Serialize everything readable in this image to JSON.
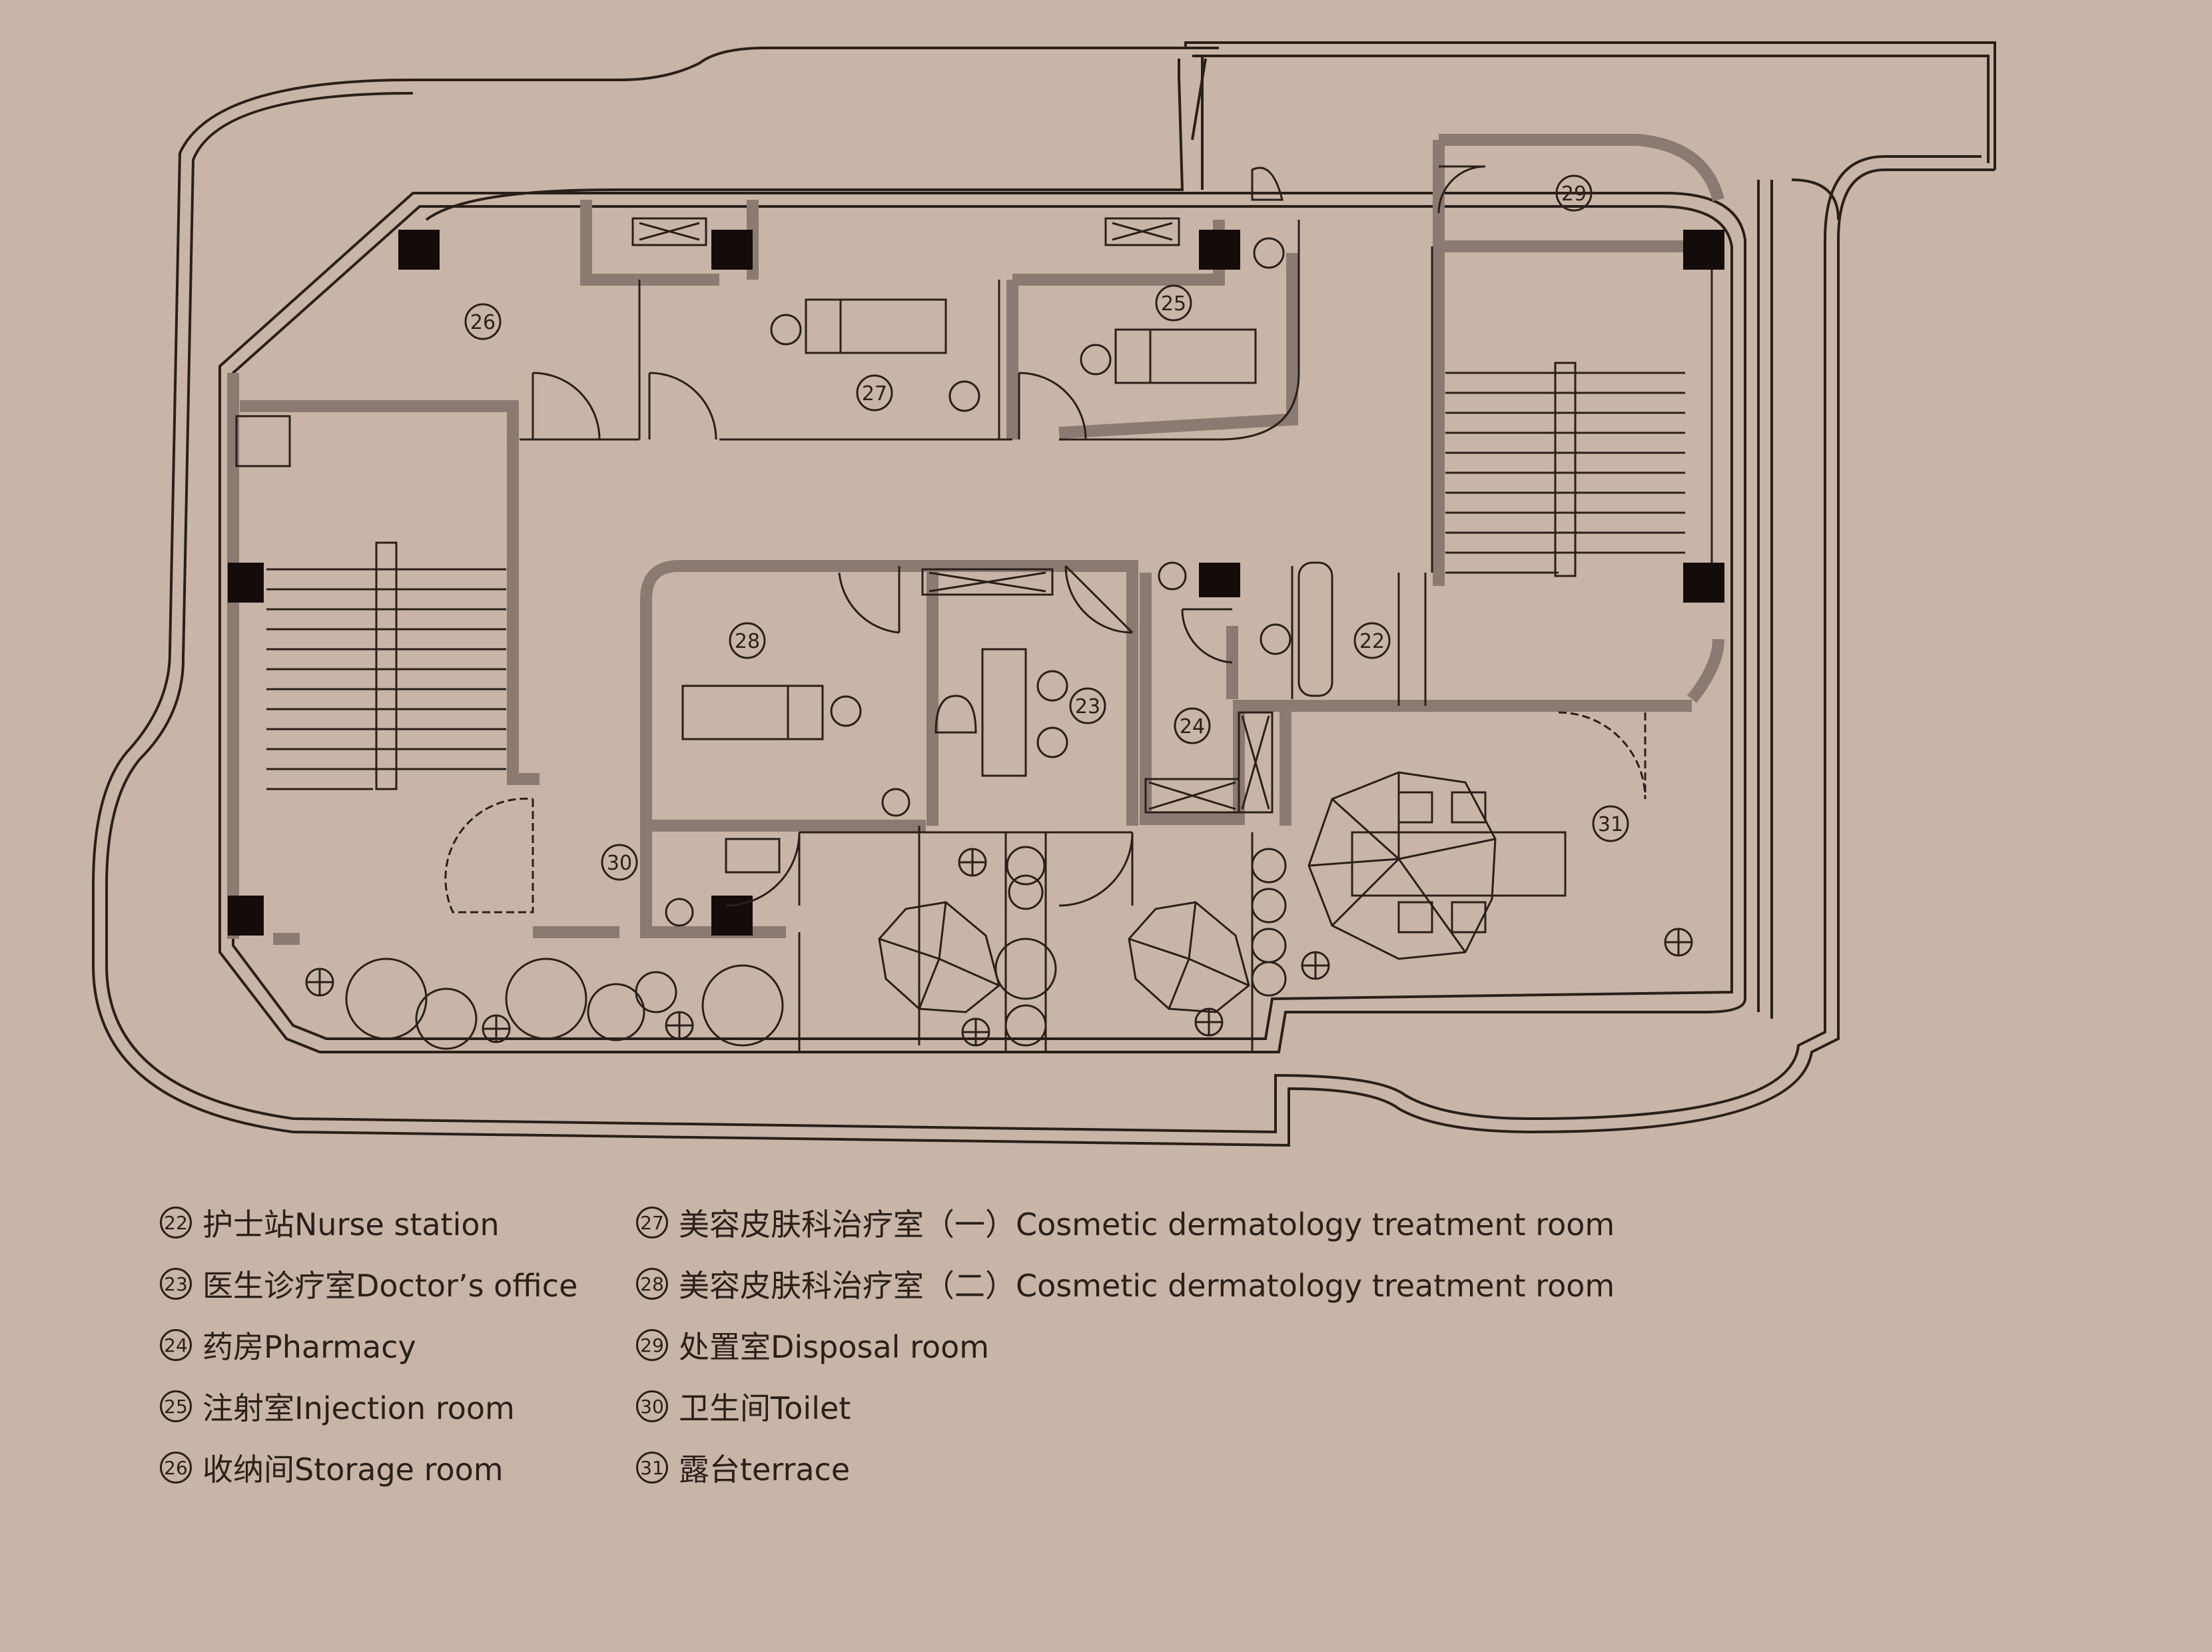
{
  "rooms": {
    "r22": "22",
    "r23": "23",
    "r24": "24",
    "r25": "25",
    "r26": "26",
    "r27": "27",
    "r28": "28",
    "r29": "29",
    "r30": "30",
    "r31": "31"
  },
  "legend": {
    "left": [
      {
        "num": "22",
        "text": "护士站Nurse station"
      },
      {
        "num": "23",
        "text": "医生诊疗室Doctor’s office"
      },
      {
        "num": "24",
        "text": "药房Pharmacy"
      },
      {
        "num": "25",
        "text": "注射室Injection room"
      },
      {
        "num": "26",
        "text": "收纳间Storage room"
      }
    ],
    "right": [
      {
        "num": "27",
        "text": "美容皮肤科治疗室（一）Cosmetic dermatology treatment room"
      },
      {
        "num": "28",
        "text": "美容皮肤科治疗室（二）Cosmetic dermatology treatment room"
      },
      {
        "num": "29",
        "text": "处置室Disposal room"
      },
      {
        "num": "30",
        "text": "卫生间Toilet"
      },
      {
        "num": "31",
        "text": "露台terrace"
      }
    ]
  },
  "colors": {
    "background": "#c9b5a8",
    "wall": "#8a7a72",
    "line": "#2b1f1a",
    "column": "#140c0a"
  }
}
